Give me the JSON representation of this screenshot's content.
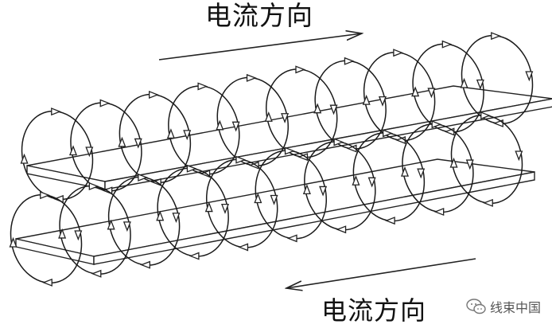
{
  "labels": {
    "current_direction_top": "电流方向",
    "current_direction_bottom": "电流方向"
  },
  "watermark": {
    "text": "线束中国"
  }
}
